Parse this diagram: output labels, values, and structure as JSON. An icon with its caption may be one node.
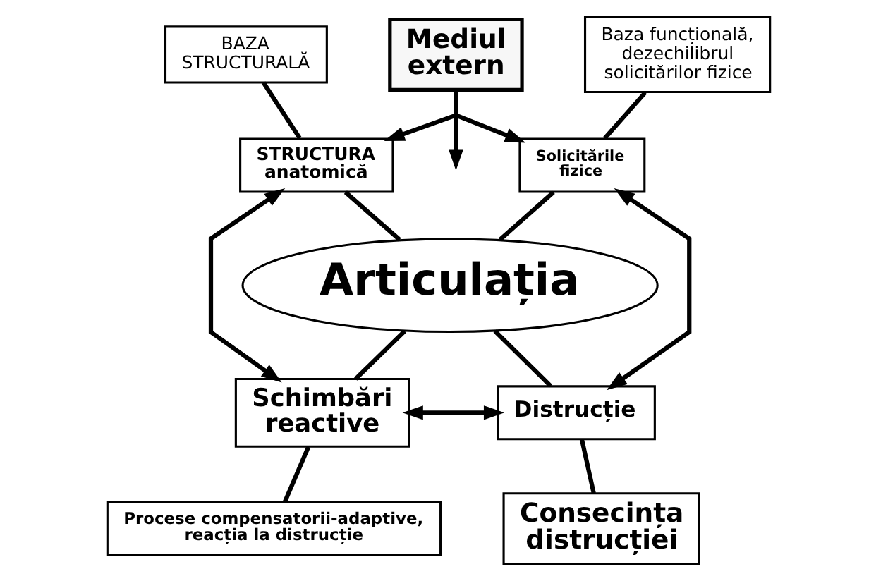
{
  "diagram": {
    "nodes": [
      {
        "text": [
          "BAZA STRUCTURALĂ"
        ]
      },
      {
        "text": [
          "Mediul extern"
        ]
      },
      {
        "text": [
          "Baza funcțională, dezechilibrul solicitărilor fizice"
        ]
      },
      {
        "text": [
          "STRUCTURA anatomică"
        ]
      },
      {
        "text": [
          "Solicitările fizice"
        ]
      },
      {
        "text": [
          "Articulația"
        ]
      },
      {
        "text": [
          "Schimbări reactive"
        ]
      },
      {
        "text": [
          "Distrucție"
        ]
      },
      {
        "text": [
          "Procese compensatorii-adaptive, reacția la distrucție"
        ]
      },
      {
        "text": [
          "Consecința distrucției"
        ]
      }
    ],
    "edges": [
      {
        "from": 0,
        "to": 3,
        "arrow": "none"
      },
      {
        "from": 2,
        "to": 4,
        "arrow": "none"
      },
      {
        "from": 1,
        "to": null,
        "arrow": "to"
      },
      {
        "from": 3,
        "to": 4,
        "arrow": "both"
      },
      {
        "from": 5,
        "to": 3,
        "arrow": "none"
      },
      {
        "from": 5,
        "to": 4,
        "arrow": "none"
      },
      {
        "from": 3,
        "to": 6,
        "arrow": "both"
      },
      {
        "from": 4,
        "to": 7,
        "arrow": "both"
      },
      {
        "from": 5,
        "to": 6,
        "arrow": "none"
      },
      {
        "from": 5,
        "to": 7,
        "arrow": "none"
      },
      {
        "from": 6,
        "to": 7,
        "arrow": "both"
      },
      {
        "from": 6,
        "to": 8,
        "arrow": "none"
      },
      {
        "from": 7,
        "to": 9,
        "arrow": "none"
      }
    ]
  }
}
